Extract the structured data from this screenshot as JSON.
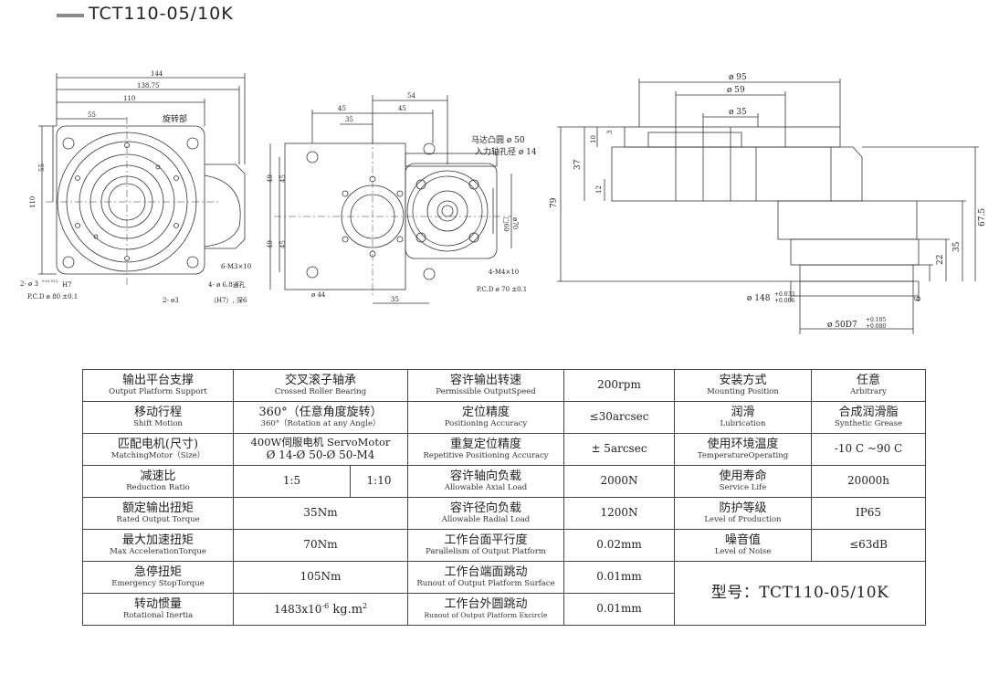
{
  "title": "TCT110-05/10K",
  "drawing": {
    "front": {
      "d144": "144",
      "d13875": "138.75",
      "d110": "110",
      "d55h": "55",
      "d55v": "55",
      "d110v": "110",
      "rotating_part": "旋转部",
      "m3": "6-M3×10",
      "through_hole": "4- ø 6.8通孔",
      "pin_hole_tol": "0+0.012",
      "pin_h7": "H7",
      "pin_left": "2- ø 3",
      "pcd": "P.C.D ø 80 ±0.1",
      "pin_bottom": "2- ø3",
      "pin_depth": "（H7）, 深6"
    },
    "mid": {
      "d54": "54",
      "d45a": "45",
      "d45b": "45",
      "d35": "35",
      "d49a": "49",
      "d45c": "45",
      "d49b": "49",
      "d45d": "45",
      "motor_boss": "马达凸圆 ø 50",
      "input_shaft": "入力轴孔径 ø 14",
      "sq60": "□60",
      "d70": "ø70",
      "m4": "4-M4×10",
      "pcd70": "P.C.D ø 70 ±0.1",
      "d44": "ø 44",
      "d35b": "35"
    },
    "side": {
      "d95": "ø 95",
      "d59": "ø 59",
      "d35": "ø 35",
      "h3": "3",
      "h10": "10",
      "h37": "37",
      "h12": "12",
      "h79": "79",
      "h675": "67.5",
      "h35": "35",
      "h22": "22",
      "h6": "6",
      "d148": "ø 148",
      "d148_tol_up": "+0.033",
      "d148_tol_dn": "+0.006",
      "d50": "ø 50D7",
      "d50_tol_up": "+0.105",
      "d50_tol_dn": "+0.080"
    }
  },
  "spec": {
    "r1": {
      "a_zh": "输出平台支撑",
      "a_en": "Output Platform Support",
      "b_zh": "交叉滚子轴承",
      "b_en": "Crossed Roller Bearing",
      "c_zh": "容许输出转速",
      "c_en": "Permissible OutputSpeed",
      "d": "200rpm",
      "e_zh": "安装方式",
      "e_en": "Mounting Position",
      "f_zh": "任意",
      "f_en": "Arbitrary"
    },
    "r2": {
      "a_zh": "移动行程",
      "a_en": "Shift Motion",
      "b_zh": "360°（任意角度旋转）",
      "b_en": "360°（Rotation at any Angle）",
      "c_zh": "定位精度",
      "c_en": "Positioning Accuracy",
      "d": "≤30arcsec",
      "e_zh": "润滑",
      "e_en": "Lubrication",
      "f_zh": "合成润滑脂",
      "f_en": "Synthetic Grease"
    },
    "r3": {
      "a_zh": "匹配电机(尺寸)",
      "a_en": "MatchingMotor（Size）",
      "b_zh": "400W伺服电机 ServoMotor",
      "b_en": "Ø 14-Ø 50-Ø 50-M4",
      "c_zh": "重复定位精度",
      "c_en": "Repetitive Positioning Accuracy",
      "d": "± 5arcsec",
      "e_zh": "使用环境温度",
      "e_en": "TemperatureOperating",
      "f": "-10 C ~90 C"
    },
    "r4": {
      "a_zh": "减速比",
      "a_en": "Reduction Ratio",
      "b1": "1:5",
      "b2": "1:10",
      "c_zh": "容许轴向负载",
      "c_en": "Allowable Axial Load",
      "d": "2000N",
      "e_zh": "使用寿命",
      "e_en": "Service Life",
      "f": "20000h"
    },
    "r5": {
      "a_zh": "额定输出扭矩",
      "a_en": "Rated Output Torque",
      "b": "35Nm",
      "c_zh": "容许径向负载",
      "c_en": "Allowable Radial Load",
      "d": "1200N",
      "e_zh": "防护等级",
      "e_en": "Level of Production",
      "f": "IP65"
    },
    "r6": {
      "a_zh": "最大加速扭矩",
      "a_en": "Max AccelerationTorque",
      "b": "70Nm",
      "c_zh": "工作台面平行度",
      "c_en": "Parallelism of Output Platform",
      "d": "0.02mm",
      "e_zh": "噪音值",
      "e_en": "Level of Noise",
      "f": "≤63dB"
    },
    "r7": {
      "a_zh": "急停扭矩",
      "a_en": "Emergency StopTorque",
      "b": "105Nm",
      "c_zh": "工作台端面跳动",
      "c_en": "Runout of Output Platform Surface",
      "d": "0.01mm",
      "model": "型号：TCT110-05/10K"
    },
    "r8": {
      "a_zh": "转动惯量",
      "a_en": "Rotational Inertia",
      "b_base": "1483x10",
      "b_exp": "-6",
      "b_unit": " kg.m",
      "b_sq": "2",
      "c_zh": "工作台外圆跳动",
      "c_en": "Runout of Output Platform Excircle",
      "d": "0.01mm"
    }
  }
}
